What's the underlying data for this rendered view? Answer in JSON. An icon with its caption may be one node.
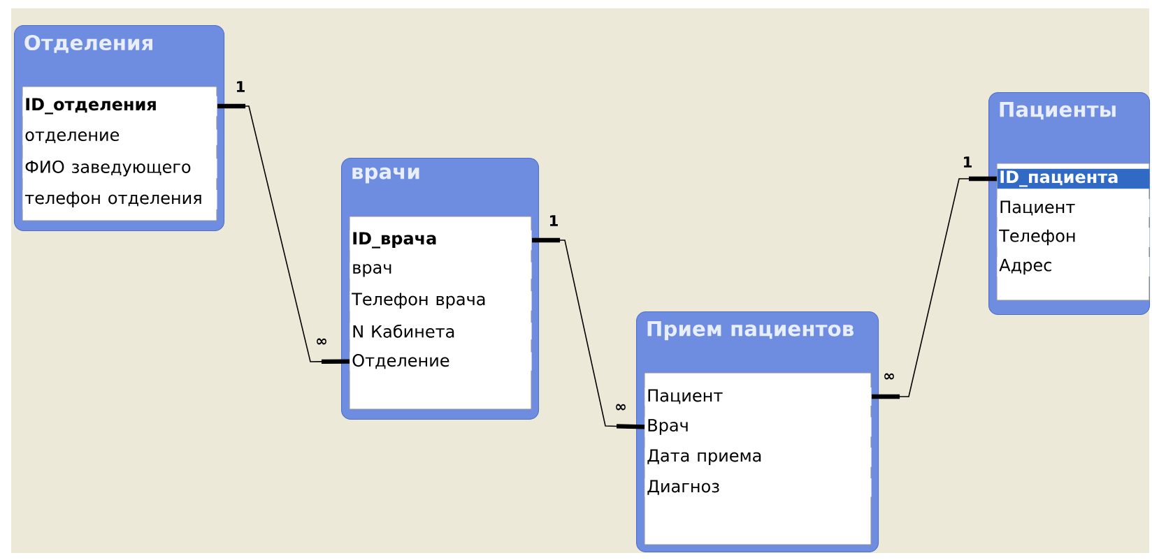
{
  "diagram": {
    "nodes": [
      {
        "text": [
          "Отделения"
        ]
      },
      {
        "text": [
          "ID_отделения"
        ],
        "in": 0
      },
      {
        "text": [
          "отделение"
        ],
        "in": 0
      },
      {
        "text": [
          "ФИО заведующего"
        ],
        "in": 0
      },
      {
        "text": [
          "телефон отделения"
        ],
        "in": 0
      },
      {
        "text": [
          "врачи"
        ]
      },
      {
        "text": [
          "ID_врача"
        ],
        "in": 5
      },
      {
        "text": [
          "врач"
        ],
        "in": 5
      },
      {
        "text": [
          "Телефон врача"
        ],
        "in": 5
      },
      {
        "text": [
          "N Кабинета"
        ],
        "in": 5
      },
      {
        "text": [
          "Отделение"
        ],
        "in": 5
      },
      {
        "text": [
          "Прием пациентов"
        ]
      },
      {
        "text": [
          "Пациент"
        ],
        "in": 11
      },
      {
        "text": [
          "Врач"
        ],
        "in": 11
      },
      {
        "text": [
          "Дата приема"
        ],
        "in": 11
      },
      {
        "text": [
          "Диагноз"
        ],
        "in": 11
      },
      {
        "text": [
          "Пациенты"
        ]
      },
      {
        "text": [
          "ID_пациента"
        ],
        "in": 16
      },
      {
        "text": [
          "Пациент"
        ],
        "in": 16
      },
      {
        "text": [
          "Телефон"
        ],
        "in": 16
      },
      {
        "text": [
          "Адрес"
        ],
        "in": 16
      }
    ],
    "edges": [
      {
        "from": 1,
        "to": 10,
        "arrow": "other"
      },
      {
        "from": 6,
        "to": 13,
        "arrow": "other"
      },
      {
        "from": 17,
        "to": 12,
        "arrow": "other"
      }
    ],
    "labels": [
      "1",
      "∞",
      "1",
      "∞",
      "1",
      "∞"
    ]
  }
}
